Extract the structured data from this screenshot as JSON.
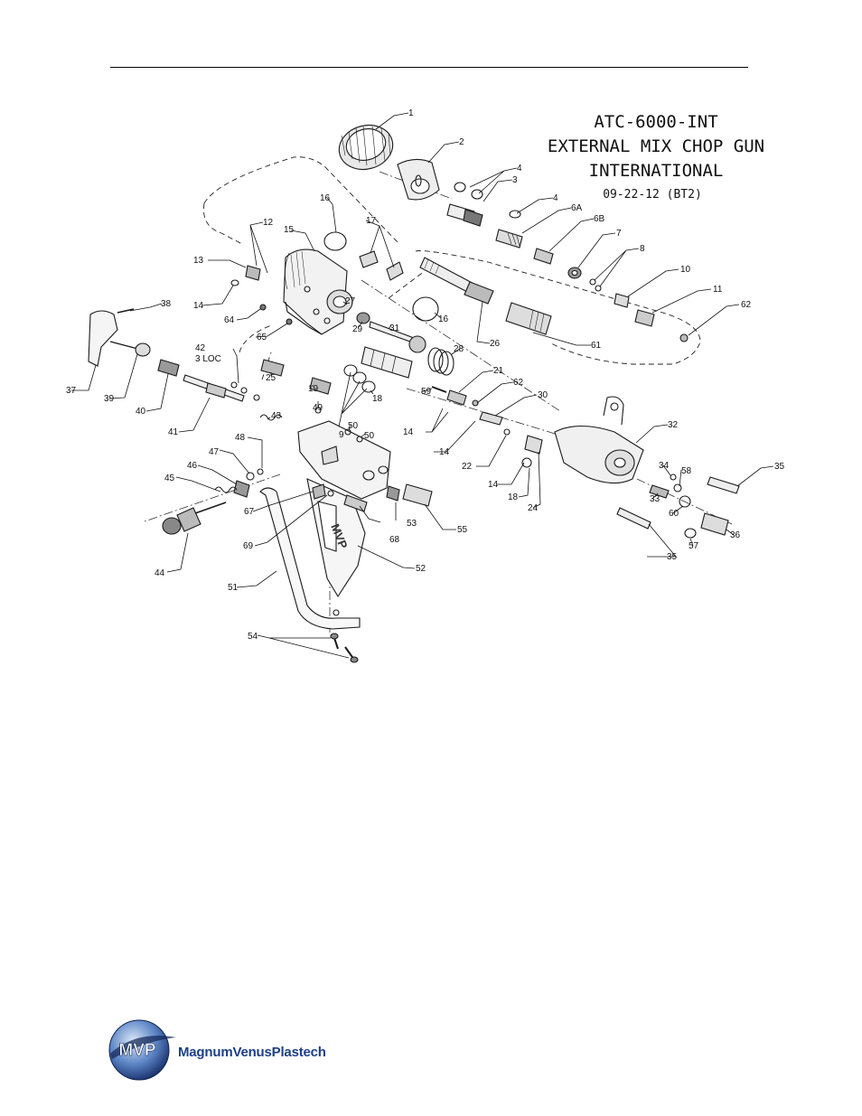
{
  "document": {
    "title_lines": [
      "ATC-6000-INT",
      "EXTERNAL MIX CHOP GUN",
      "INTERNATIONAL"
    ],
    "revision": "09-22-12  (BT2)"
  },
  "callouts": [
    {
      "id": "c1",
      "text": "1"
    },
    {
      "id": "c2",
      "text": "2"
    },
    {
      "id": "c3",
      "text": "3"
    },
    {
      "id": "c4a",
      "text": "4"
    },
    {
      "id": "c4b",
      "text": "4"
    },
    {
      "id": "c6a",
      "text": "6A"
    },
    {
      "id": "c6b",
      "text": "6B"
    },
    {
      "id": "c7",
      "text": "7"
    },
    {
      "id": "c8",
      "text": "8"
    },
    {
      "id": "c10",
      "text": "10"
    },
    {
      "id": "c11",
      "text": "11"
    },
    {
      "id": "c62a",
      "text": "62"
    },
    {
      "id": "c12",
      "text": "12"
    },
    {
      "id": "c13",
      "text": "13"
    },
    {
      "id": "c14a",
      "text": "14"
    },
    {
      "id": "c15",
      "text": "15"
    },
    {
      "id": "c16a",
      "text": "16"
    },
    {
      "id": "c17",
      "text": "17"
    },
    {
      "id": "c26",
      "text": "26"
    },
    {
      "id": "c61",
      "text": "61"
    },
    {
      "id": "c16b",
      "text": "16"
    },
    {
      "id": "c27",
      "text": "27"
    },
    {
      "id": "c28",
      "text": "28"
    },
    {
      "id": "c29",
      "text": "29"
    },
    {
      "id": "c31",
      "text": "31"
    },
    {
      "id": "c38",
      "text": "38"
    },
    {
      "id": "c37",
      "text": "37"
    },
    {
      "id": "c39",
      "text": "39"
    },
    {
      "id": "c40",
      "text": "40"
    },
    {
      "id": "c41",
      "text": "41"
    },
    {
      "id": "c42",
      "text": "42"
    },
    {
      "id": "c42b",
      "text": "3 LOC"
    },
    {
      "id": "c43",
      "text": "43"
    },
    {
      "id": "c64",
      "text": "64"
    },
    {
      "id": "c65",
      "text": "65"
    },
    {
      "id": "c25",
      "text": "25"
    },
    {
      "id": "c19",
      "text": "19"
    },
    {
      "id": "c9",
      "text": "9"
    },
    {
      "id": "c18a",
      "text": "18"
    },
    {
      "id": "c14b",
      "text": "14"
    },
    {
      "id": "c59",
      "text": "59"
    },
    {
      "id": "c21",
      "text": "21"
    },
    {
      "id": "c62b",
      "text": "62"
    },
    {
      "id": "c30",
      "text": "30"
    },
    {
      "id": "c14c",
      "text": "14"
    },
    {
      "id": "c22",
      "text": "22"
    },
    {
      "id": "c14d",
      "text": "14"
    },
    {
      "id": "c18b",
      "text": "18"
    },
    {
      "id": "c24",
      "text": "24"
    },
    {
      "id": "c32",
      "text": "32"
    },
    {
      "id": "c34",
      "text": "34"
    },
    {
      "id": "c58",
      "text": "58"
    },
    {
      "id": "c33",
      "text": "33"
    },
    {
      "id": "c60",
      "text": "60"
    },
    {
      "id": "c35a",
      "text": "35"
    },
    {
      "id": "c36",
      "text": "36"
    },
    {
      "id": "c57",
      "text": "57"
    },
    {
      "id": "c35b",
      "text": "35"
    },
    {
      "id": "c49",
      "text": "49"
    },
    {
      "id": "c50a",
      "text": "50"
    },
    {
      "id": "c50b",
      "text": "50"
    },
    {
      "id": "c48",
      "text": "48"
    },
    {
      "id": "c47",
      "text": "47"
    },
    {
      "id": "c46",
      "text": "46"
    },
    {
      "id": "c45",
      "text": "45"
    },
    {
      "id": "c44",
      "text": "44"
    },
    {
      "id": "c67",
      "text": "67"
    },
    {
      "id": "c69",
      "text": "69"
    },
    {
      "id": "c53",
      "text": "53"
    },
    {
      "id": "c55",
      "text": "55"
    },
    {
      "id": "c68",
      "text": "68"
    },
    {
      "id": "c52",
      "text": "52"
    },
    {
      "id": "c51",
      "text": "51"
    },
    {
      "id": "c54",
      "text": "54"
    }
  ],
  "trigger_mark": "MVP",
  "logo": {
    "emblem": "MVP",
    "company": "MagnumVenusPlastech",
    "colors": {
      "blue": "#1d3f86",
      "light": "#7fa7d9"
    }
  }
}
